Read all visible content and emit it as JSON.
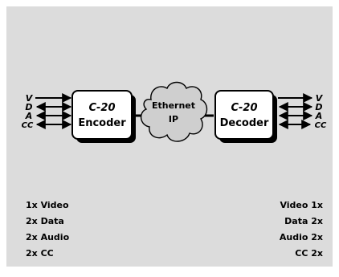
{
  "colors": {
    "panel_bg": "#dcdcdc",
    "box_fill": "#ffffff",
    "shadow": "#000000",
    "stroke": "#000000",
    "text": "#000000"
  },
  "encoder": {
    "model": "C-20",
    "label": "Encoder",
    "inputs": [
      {
        "label": "V",
        "direction": "in"
      },
      {
        "label": "D",
        "direction": "both"
      },
      {
        "label": "A",
        "direction": "both"
      },
      {
        "label": "CC",
        "direction": "both"
      }
    ]
  },
  "network": {
    "line1": "Ethernet",
    "line2": "IP",
    "icon": "cloud-icon"
  },
  "decoder": {
    "model": "C-20",
    "label": "Decoder",
    "outputs": [
      {
        "label": "V",
        "direction": "out"
      },
      {
        "label": "D",
        "direction": "both"
      },
      {
        "label": "A",
        "direction": "both"
      },
      {
        "label": "CC",
        "direction": "both"
      }
    ]
  },
  "left_list": [
    "1x Video",
    "2x Data",
    "2x Audio",
    "2x CC"
  ],
  "right_list": [
    "Video 1x",
    "Data 2x",
    "Audio 2x",
    "CC 2x"
  ]
}
